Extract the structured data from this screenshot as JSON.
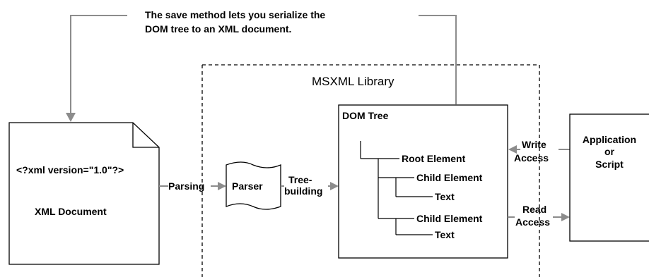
{
  "callout": {
    "line1": "The save method lets you serialize the",
    "line2": "DOM tree to an XML document."
  },
  "library": {
    "label": "MSXML Library"
  },
  "xml_document": {
    "declaration": "<?xml version=\"1.0\"?>",
    "title": "XML Document"
  },
  "parser": {
    "label": "Parser"
  },
  "dom_tree": {
    "title": "DOM Tree",
    "nodes": {
      "root": "Root Element",
      "child1": "Child Element",
      "text1": "Text",
      "child2": "Child Element",
      "text2": "Text"
    }
  },
  "application": {
    "line1": "Application",
    "line2": "or",
    "line3": "Script"
  },
  "connectors": {
    "parsing": "Parsing",
    "tree_line1": "Tree-",
    "tree_line2": "building",
    "write_line1": "Write",
    "write_line2": "Access",
    "read_line1": "Read",
    "read_line2": "Access"
  },
  "colors": {
    "connector_gray": "#8c8c8c",
    "stroke": "#000000",
    "background": "#ffffff"
  }
}
